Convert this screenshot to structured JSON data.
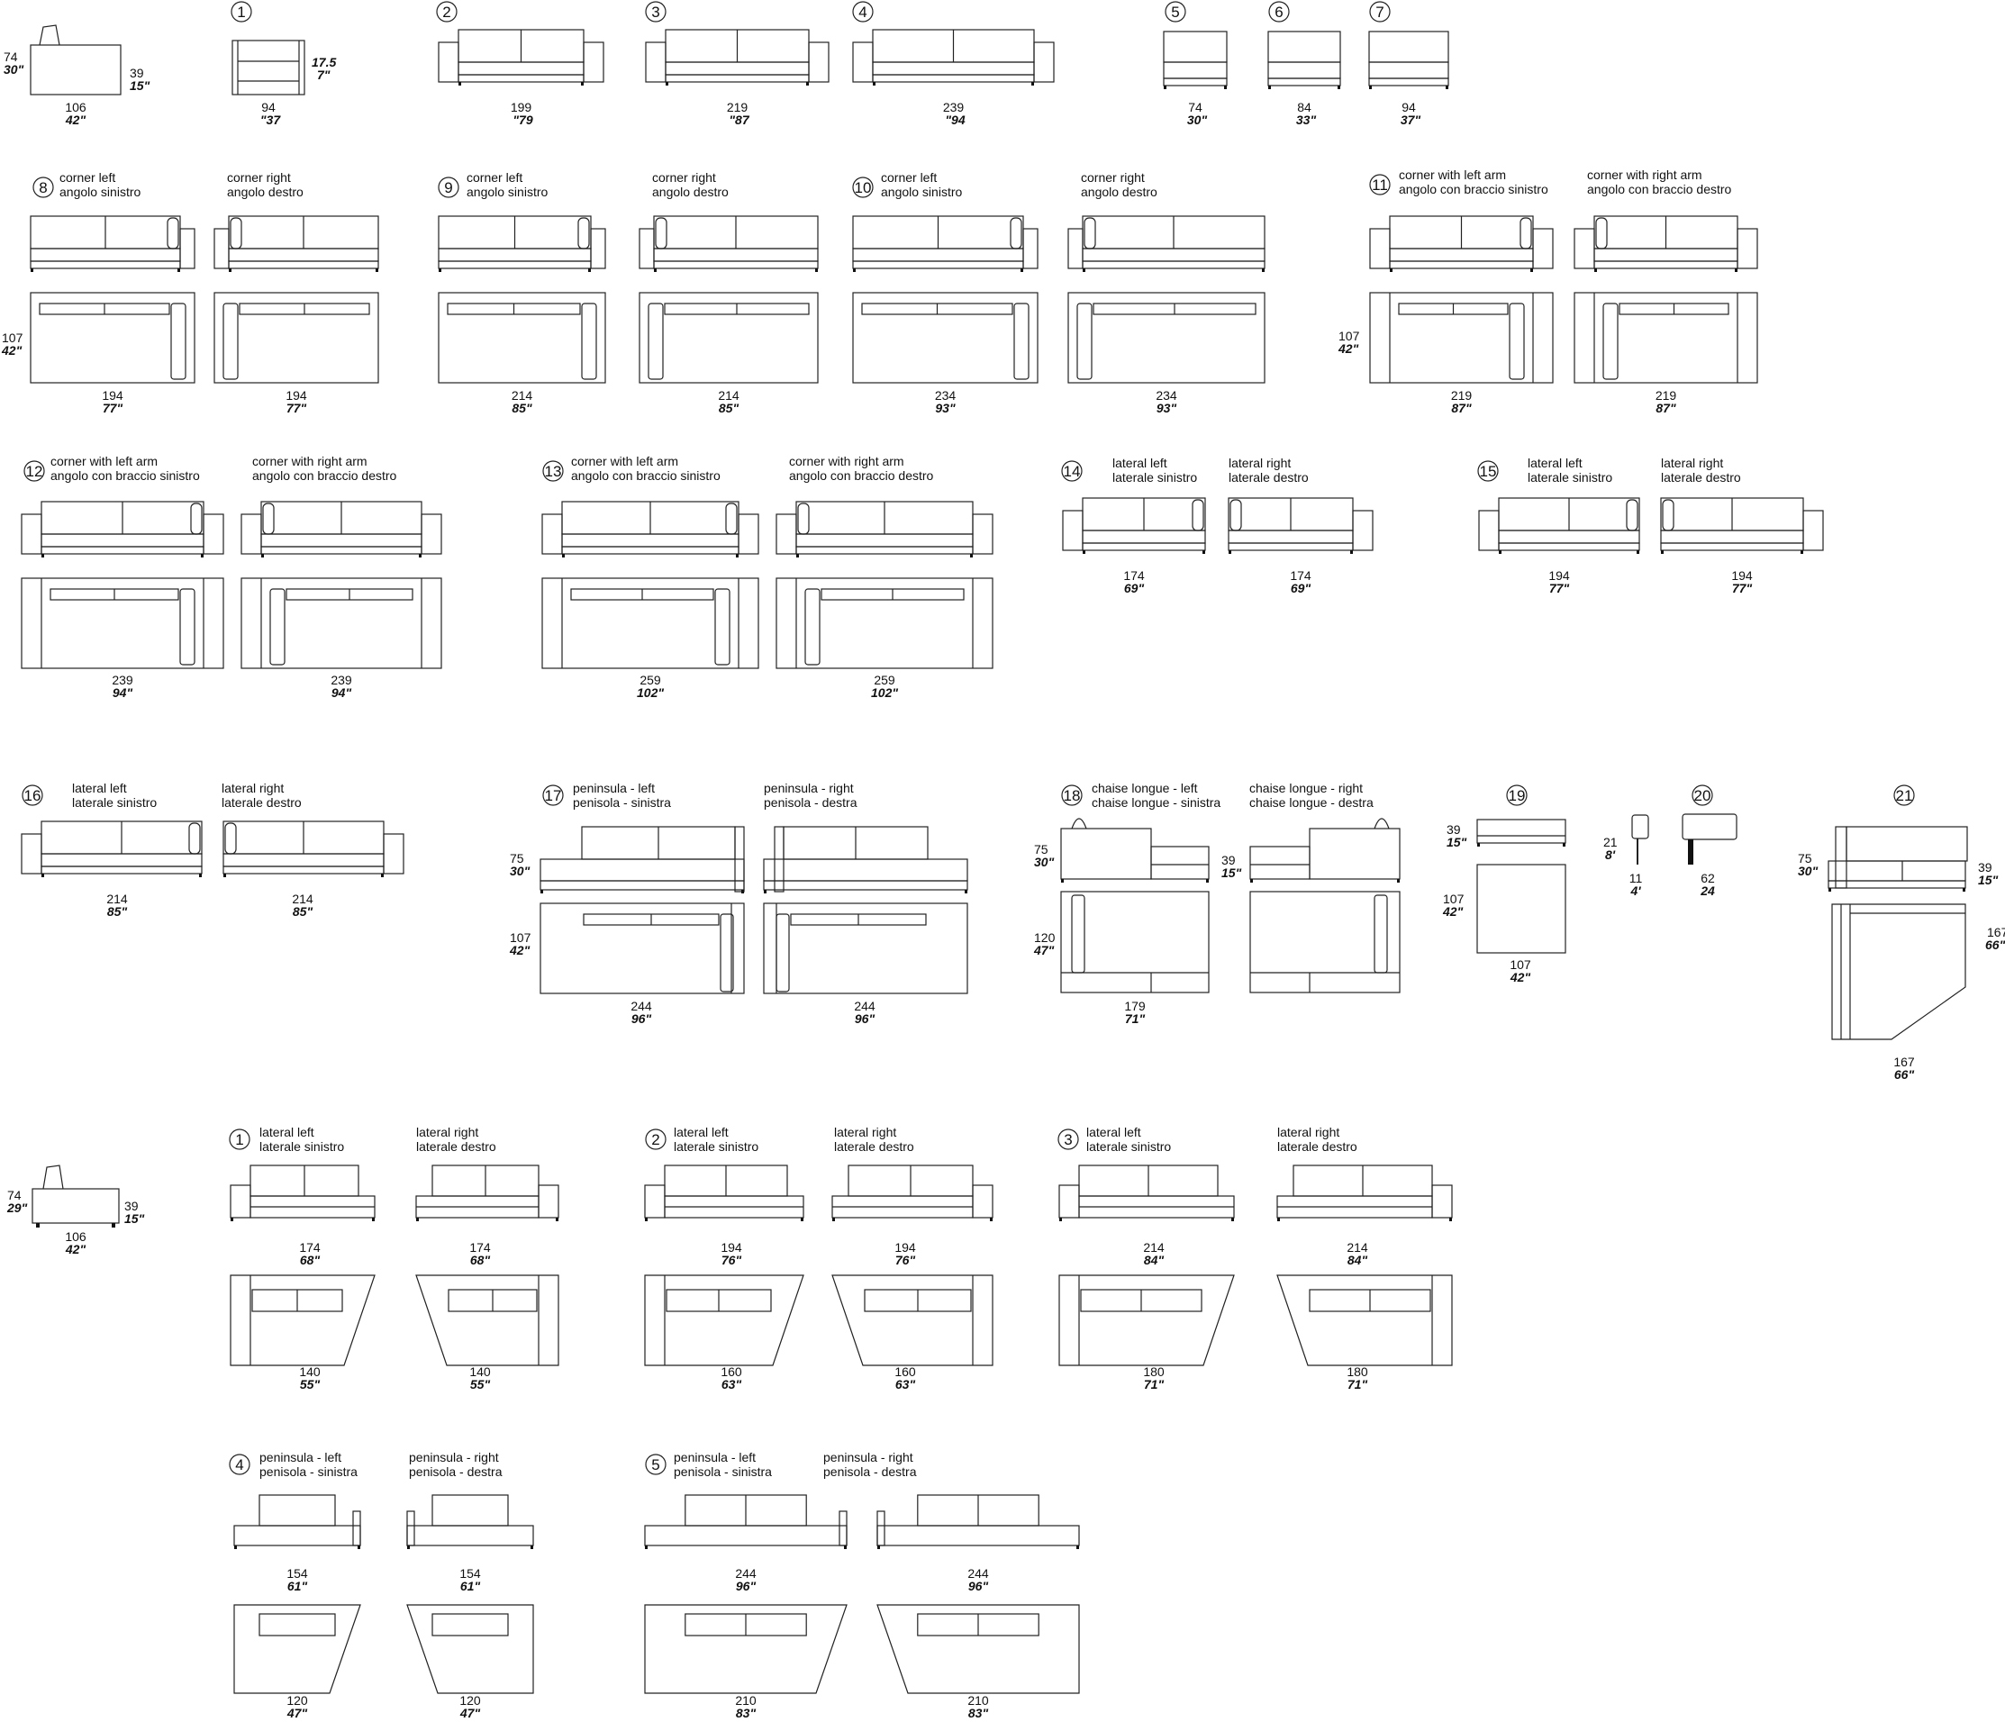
{
  "labels": {
    "corner_left": [
      "corner left",
      "angolo sinistro"
    ],
    "corner_right": [
      "corner right",
      "angolo destro"
    ],
    "corner_left_arm": [
      "corner with left arm",
      "angolo con braccio sinistro"
    ],
    "corner_right_arm": [
      "corner with right arm",
      "angolo con braccio destro"
    ],
    "lateral_left": [
      "lateral left",
      "laterale sinistro"
    ],
    "lateral_right": [
      "lateral right",
      "laterale destro"
    ],
    "peninsula_left": [
      "peninsula - left",
      "penisola - sinistra"
    ],
    "peninsula_right": [
      "peninsula - right",
      "penisola - destra"
    ],
    "chaise_left": [
      "chaise longue - left",
      "chaise longue - sinistra"
    ],
    "chaise_right": [
      "chaise longue - right",
      "chaise longue - destra"
    ]
  },
  "side_views": [
    {
      "h": "74",
      "h_in": "30\"",
      "seat": "39",
      "seat_in": "15\"",
      "w": "106",
      "w_in": "42\""
    },
    {
      "h": "74",
      "h_in": "29\"",
      "seat": "39",
      "seat_in": "15\"",
      "w": "106",
      "w_in": "42\""
    }
  ],
  "row1": [
    {
      "n": "1",
      "w": "94",
      "w_in": "\"37",
      "arm": "17.5",
      "arm_in": "7\""
    },
    {
      "n": "2",
      "w": "199",
      "w_in": "\"79"
    },
    {
      "n": "3",
      "w": "219",
      "w_in": "\"87"
    },
    {
      "n": "4",
      "w": "239",
      "w_in": "\"94"
    },
    {
      "n": "5",
      "w": "74",
      "w_in": "30\""
    },
    {
      "n": "6",
      "w": "84",
      "w_in": "33\""
    },
    {
      "n": "7",
      "w": "94",
      "w_in": "37\""
    }
  ],
  "row2": [
    {
      "n": "8",
      "w": "194",
      "w_in": "77\""
    },
    {
      "n": "9",
      "w": "214",
      "w_in": "85\""
    },
    {
      "n": "10",
      "w": "234",
      "w_in": "93\""
    },
    {
      "n": "11",
      "w": "219",
      "w_in": "87\""
    }
  ],
  "row2_depth": {
    "d": "107",
    "d_in": "42\""
  },
  "row3": [
    {
      "n": "12",
      "w": "239",
      "w_in": "94\""
    },
    {
      "n": "13",
      "w": "259",
      "w_in": "102\""
    },
    {
      "n": "14",
      "w": "174",
      "w_in": "69\""
    },
    {
      "n": "15",
      "w": "194",
      "w_in": "77\""
    }
  ],
  "row4": {
    "m16": {
      "n": "16",
      "w": "214",
      "w_in": "85\""
    },
    "m17": {
      "n": "17",
      "w": "244",
      "w_in": "96\"",
      "h": "75",
      "h_in": "30\"",
      "d": "107",
      "d_in": "42\""
    },
    "m18": {
      "n": "18",
      "w": "179",
      "w_in": "71\"",
      "h": "75",
      "h_in": "30\"",
      "seat": "39",
      "seat_in": "15\"",
      "d": "120",
      "d_in": "47\""
    },
    "m19": {
      "n": "19",
      "h": "39",
      "h_in": "15\"",
      "d": "107",
      "d_in": "42\"",
      "w": "107",
      "w_in": "42\""
    },
    "m20a": {
      "n": "20",
      "h": "21",
      "h_in": "8'",
      "w": "11",
      "w_in": "4'"
    },
    "m20b": {
      "w": "62",
      "w_in": "24"
    },
    "m21": {
      "n": "21",
      "h": "75",
      "h_in": "30\"",
      "seat": "39",
      "seat_in": "15\"",
      "d": "167",
      "d_in": "66\"",
      "w": "167",
      "w_in": "66\""
    }
  },
  "row5": [
    {
      "n": "1",
      "w": "174",
      "w_in": "68\"",
      "w2": "140",
      "w2_in": "55\""
    },
    {
      "n": "2",
      "w": "194",
      "w_in": "76\"",
      "w2": "160",
      "w2_in": "63\""
    },
    {
      "n": "3",
      "w": "214",
      "w_in": "84\"",
      "w2": "180",
      "w2_in": "71\""
    }
  ],
  "row6": [
    {
      "n": "4",
      "w": "154",
      "w_in": "61\"",
      "w2": "120",
      "w2_in": "47\""
    },
    {
      "n": "5",
      "w": "244",
      "w_in": "96\"",
      "w2": "210",
      "w2_in": "83\""
    }
  ]
}
